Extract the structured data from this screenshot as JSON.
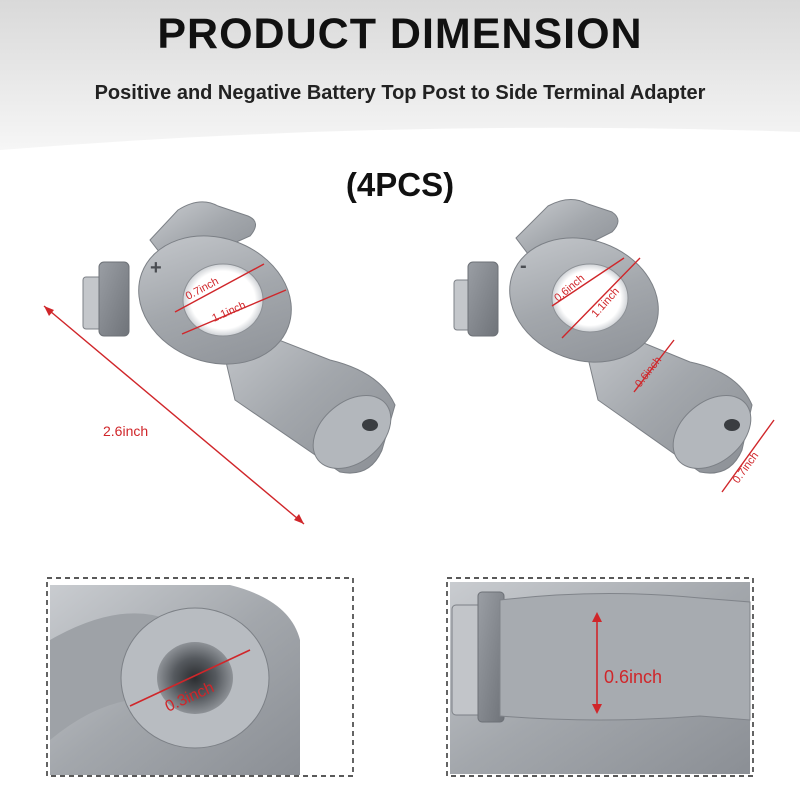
{
  "header": {
    "title": "PRODUCT DIMENSION",
    "subtitle": "Positive and Negative Battery Top Post to Side Terminal Adapter",
    "count": "(4PCS)"
  },
  "terminal_positive": {
    "polarity": "+",
    "dimensions": {
      "hole_inner": "0.7inch",
      "hole_outer": "1.1inch",
      "length": "2.6inch"
    }
  },
  "terminal_negative": {
    "polarity": "-",
    "dimensions": {
      "hole_inner": "0.6inch",
      "hole_outer": "1.1inch",
      "neck": "0.6inch",
      "end": "0.7inch"
    }
  },
  "detail_thread": {
    "label": "0.3inch"
  },
  "detail_height": {
    "label": "0.6inch"
  },
  "colors": {
    "dimension_red": "#d0262a",
    "metal": "#a9adb2",
    "background": "#ffffff"
  }
}
